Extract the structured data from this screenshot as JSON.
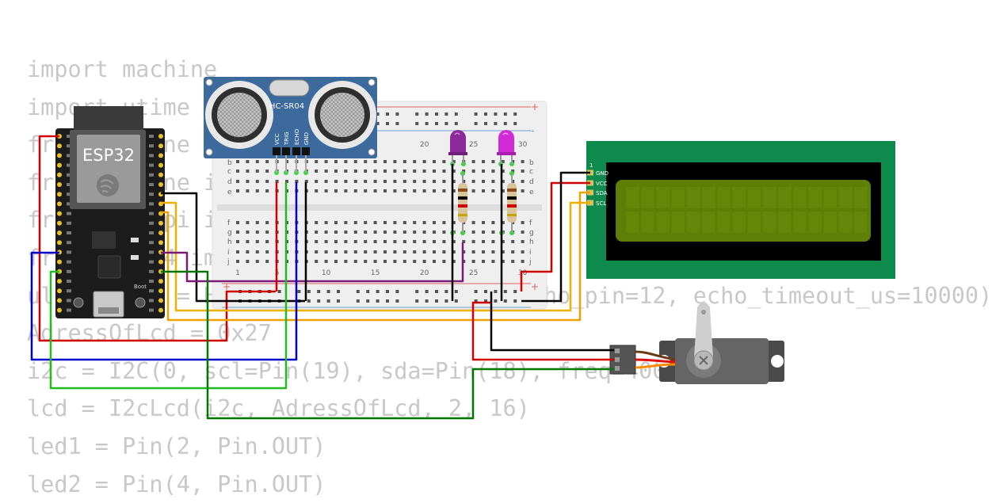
{
  "code_lines": [
    "import machine",
    "import utime",
    "from machine import Pin, I2C",
    "from machine import PWM",
    "from lcd_api import LcdApi",
    "from hcsr04 import HCSR04",
    "ultrasonic = HCSR04(trigger_pin=13, echo_pin=12, echo_timeout_us=10000)",
    "AdressOfLcd = 0x27",
    "i2c = I2C(0, scl=Pin(19), sda=Pin(18), freq=400000)",
    "lcd = I2cLcd(i2c, AdressOfLcd, 2, 16)",
    "led1 = Pin(2, Pin.OUT)",
    "led2 = Pin(4, Pin.OUT)"
  ],
  "esp32": {
    "label": "ESP32",
    "boot_label": "Boot"
  },
  "hcsr04": {
    "label": "HC-SR04",
    "pins": [
      "VCC",
      "TRIG",
      "ECHO",
      "GND"
    ]
  },
  "breadboard": {
    "column_numbers": [
      "1",
      "5",
      "10",
      "15",
      "20",
      "25",
      "30"
    ],
    "top_row_letters": [
      "b",
      "c",
      "d",
      "e"
    ],
    "bottom_row_letters": [
      "f",
      "g",
      "h",
      "i",
      "j"
    ],
    "plus": "+",
    "minus": "-"
  },
  "lcd": {
    "index": "1",
    "pins": [
      "GND",
      "VCC",
      "SDA",
      "SCL"
    ]
  },
  "colors": {
    "code_text": "#c8c8c8",
    "esp32_board": "#1c1c1c",
    "sensor_board": "#3d6a9c",
    "breadboard": "#efefef",
    "lcd_board": "#0f8a4d",
    "lcd_screen": "#5e7f05",
    "led1": "#8a2a9b",
    "led2": "#d22ad6",
    "wire_red": "#d10000",
    "wire_black": "#000000",
    "wire_blue": "#0000c8",
    "wire_green": "#22bb22",
    "wire_dark_green": "#007700",
    "wire_yellow": "#f0b000",
    "wire_orange": "#f09000",
    "wire_purple": "#7a1a7a"
  }
}
